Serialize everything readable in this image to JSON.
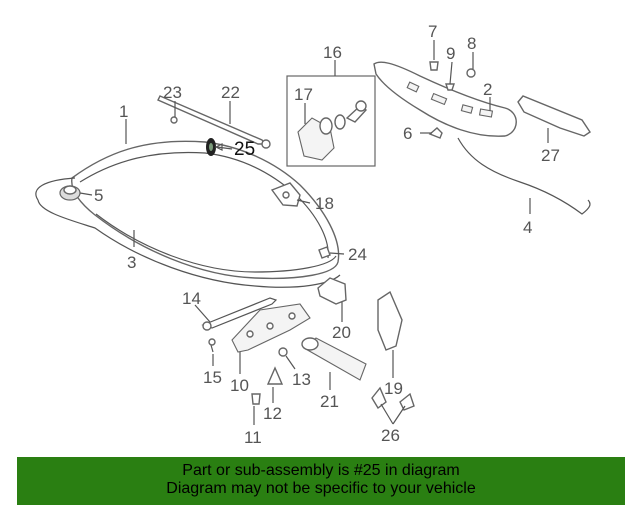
{
  "callouts": [
    {
      "id": "1",
      "label": "1"
    },
    {
      "id": "2",
      "label": "2"
    },
    {
      "id": "3",
      "label": "3"
    },
    {
      "id": "4",
      "label": "4"
    },
    {
      "id": "5",
      "label": "5"
    },
    {
      "id": "6",
      "label": "6"
    },
    {
      "id": "7",
      "label": "7"
    },
    {
      "id": "8",
      "label": "8"
    },
    {
      "id": "9",
      "label": "9"
    },
    {
      "id": "10",
      "label": "10"
    },
    {
      "id": "11",
      "label": "11"
    },
    {
      "id": "12",
      "label": "12"
    },
    {
      "id": "13",
      "label": "13"
    },
    {
      "id": "14",
      "label": "14"
    },
    {
      "id": "15",
      "label": "15"
    },
    {
      "id": "16",
      "label": "16"
    },
    {
      "id": "17",
      "label": "17"
    },
    {
      "id": "18",
      "label": "18"
    },
    {
      "id": "19",
      "label": "19"
    },
    {
      "id": "20",
      "label": "20"
    },
    {
      "id": "21",
      "label": "21"
    },
    {
      "id": "22",
      "label": "22"
    },
    {
      "id": "23",
      "label": "23"
    },
    {
      "id": "24",
      "label": "24"
    },
    {
      "id": "25",
      "label": "25"
    },
    {
      "id": "26",
      "label": "26"
    },
    {
      "id": "27",
      "label": "27"
    }
  ],
  "highlighted_part": "25",
  "highlight_color": "#111111",
  "line_color": "#555555",
  "banner": {
    "line1": "Part or sub-assembly is #25 in diagram",
    "line2": "Diagram may not be specific to your vehicle",
    "background": "#2a7f12"
  }
}
